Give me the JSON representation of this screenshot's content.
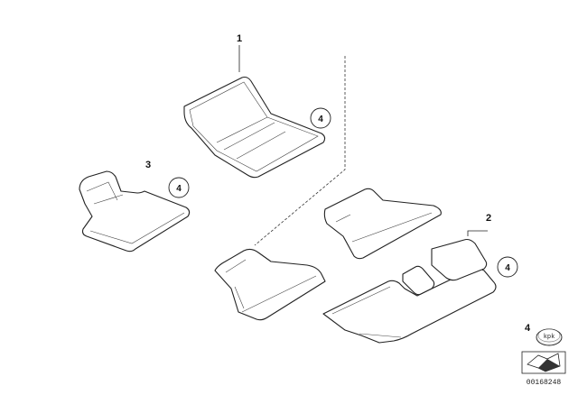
{
  "parts": [
    {
      "id": "part-1",
      "label": "1"
    },
    {
      "id": "part-2",
      "label": "2"
    },
    {
      "id": "part-3",
      "label": "3"
    },
    {
      "id": "part-4",
      "label": "4"
    }
  ],
  "callouts": [
    "4",
    "4",
    "4"
  ],
  "badge_text": "kpk",
  "diagram_code": "00168248"
}
